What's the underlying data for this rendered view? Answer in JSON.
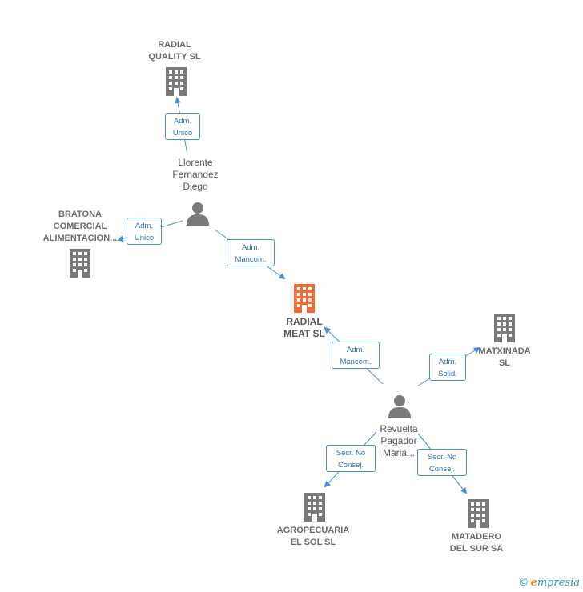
{
  "colors": {
    "building": "#7a7a7a",
    "building_main": "#f06a35",
    "person": "#7a7a7a",
    "edge": "#4a8fd4"
  },
  "companies": {
    "radial_quality": "RADIAL\nQUALITY  SL",
    "bratona": "BRATONA\nCOMERCIAL\nALIMENTACION...",
    "radial_meat": "RADIAL\nMEAT  SL",
    "matxinada": "MATXINADA\nSL",
    "agropecuaria": "AGROPECUARIA\nEL SOL SL",
    "matadero": "MATADERO\nDEL SUR SA"
  },
  "persons": {
    "llorente": "Llorente\nFernandez\nDiego",
    "revuelta": "Revuelta\nPagador\nMaria..."
  },
  "relations": {
    "llorente_quality": "Adm.\nUnico",
    "llorente_bratona": "Adm.\nUnico",
    "llorente_meat": "Adm.\nMancom.",
    "revuelta_meat": "Adm.\nMancom.",
    "revuelta_matxinada": "Adm.\nSolid.",
    "revuelta_agropecuaria": "Secr.  No\nConsej.",
    "revuelta_matadero": "Secr.  No\nConsej."
  },
  "footer": {
    "copyright": "©",
    "brand_e": "e",
    "brand_rest": "mpresia"
  },
  "icons": {
    "building": "building-icon",
    "person": "person-icon"
  }
}
